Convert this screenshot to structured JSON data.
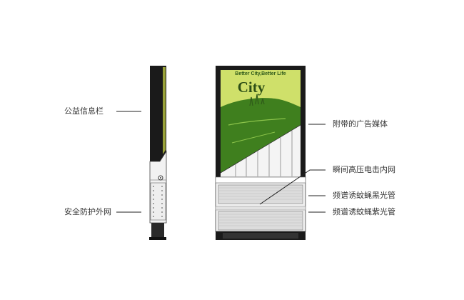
{
  "poster": {
    "slogan": "Better City,Better Life",
    "city_word": "City"
  },
  "callouts": {
    "left_top": "公益信息栏",
    "left_bottom": "安全防护外网",
    "right_1": "附带的广告媒体",
    "right_2": "瞬间高压电击内网",
    "right_3": "频谱诱蚊蝇黑光管",
    "right_4": "频谱诱蚊蝇紫光管"
  },
  "colors": {
    "frame": "#1a1a1a",
    "panel": "#9aa33a",
    "poster_bg": "#cfe06a",
    "leaf": "#3f7f1e",
    "grille": "#d9d9d9",
    "line": "#222222"
  }
}
